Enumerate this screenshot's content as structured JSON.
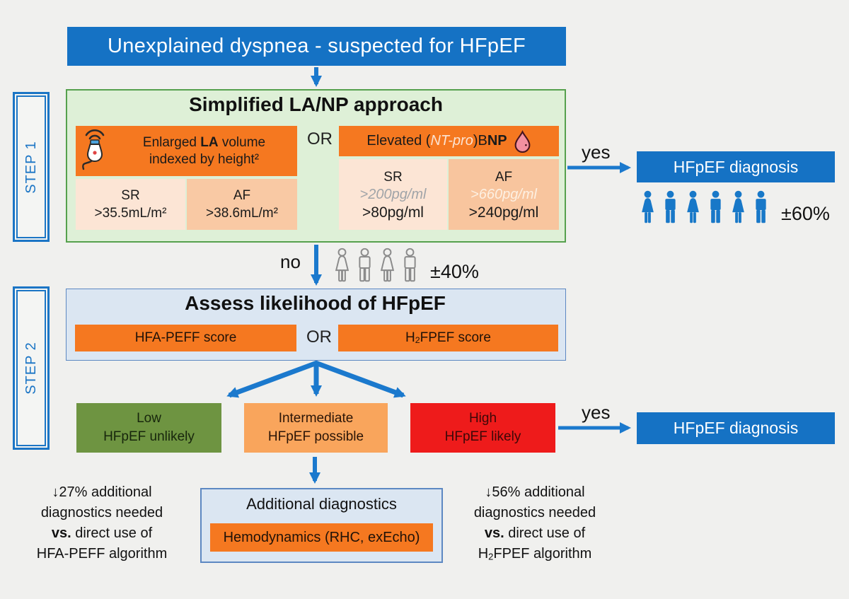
{
  "header": {
    "title": "Unexplained dyspnea - suspected for HFpEF"
  },
  "colors": {
    "blue": "#1572c4",
    "arrow_blue": "#1b79cd",
    "orange": "#f57820",
    "light_orange": "#f9a55c",
    "olive_green": "#6e9441",
    "red": "#ee1b1b",
    "green_panel": "#def0d7",
    "green_border": "#56a14e",
    "blue_panel": "#dbe6f2",
    "peach_light": "#fce5d5",
    "peach_dark": "#f9c9a4",
    "people_blue": "#1878c8",
    "people_gray": "#8b8b8b"
  },
  "step1": {
    "label": "STEP 1",
    "title": "Simplified LA/NP approach",
    "or_label": "OR",
    "la": {
      "icon": "ultrasound-probe-icon",
      "heading_pre": "Enlarged ",
      "heading_bold": "LA",
      "heading_post": " volume",
      "heading_line2": "indexed by height²",
      "sr_label": "SR",
      "sr_value": ">35.5mL/m²",
      "af_label": "AF",
      "af_value": ">38.6mL/m²"
    },
    "np": {
      "icon": "blood-drop-icon",
      "heading_pre": "Elevated (",
      "heading_italic": "NT-pro",
      "heading_mid": ")B",
      "heading_bold": "NP",
      "sr_label": "SR",
      "sr_ntprobnp": ">200pg/ml",
      "sr_bnp": ">80pg/ml",
      "af_label": "AF",
      "af_ntprobnp": ">660pg/ml",
      "af_bnp": ">240pg/ml"
    },
    "yes_label": "yes",
    "no_label": "no",
    "diagnosis": "HFpEF diagnosis",
    "yes_stat": "±60%",
    "no_stat": "±40%",
    "yes_people": [
      "female",
      "male",
      "female",
      "male",
      "female",
      "male"
    ],
    "no_people": [
      "female",
      "male",
      "female",
      "male"
    ]
  },
  "step2": {
    "label": "STEP 2",
    "title": "Assess likelihood of HFpEF",
    "or_label": "OR",
    "left_score": "HFA-PEFF score",
    "right_score_pre": "H",
    "right_score_sub": "2",
    "right_score_post": "FPEF score",
    "outcomes": [
      {
        "line1": "Low",
        "line2": "HFpEF unlikely"
      },
      {
        "line1": "Intermediate",
        "line2": "HFpEF possible"
      },
      {
        "line1": "High",
        "line2": "HFpEF likely"
      }
    ],
    "yes_label": "yes",
    "diagnosis": "HFpEF diagnosis"
  },
  "additional": {
    "title": "Additional diagnostics",
    "content": "Hemodynamics (RHC, exEcho)"
  },
  "footnotes": {
    "left": {
      "line1": "↓27% additional",
      "line2": "diagnostics needed",
      "line3_bold": "vs.",
      "line3_rest": " direct use of",
      "line4": "HFA-PEFF algorithm"
    },
    "right": {
      "line1": "↓56% additional",
      "line2": "diagnostics needed",
      "line3_bold": "vs.",
      "line3_rest": " direct use of",
      "line4_pre": "H",
      "line4_sub": "2",
      "line4_post": "FPEF algorithm"
    }
  }
}
